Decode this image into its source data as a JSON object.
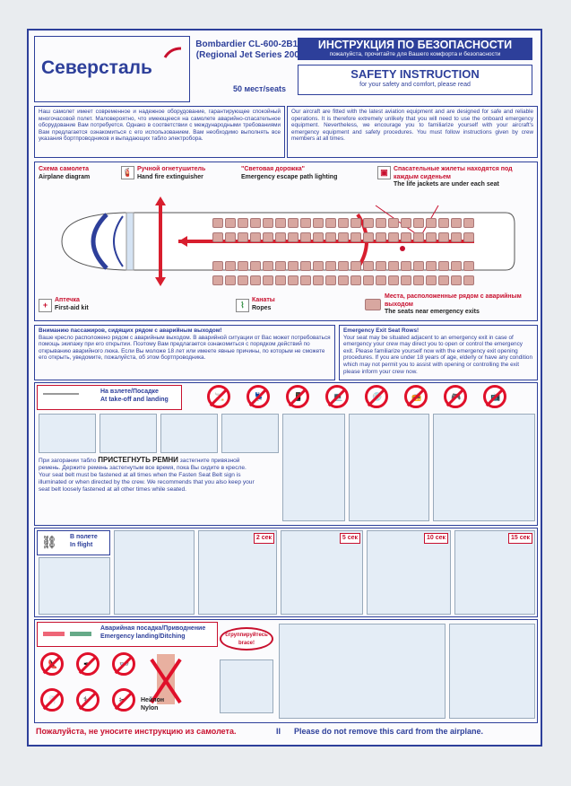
{
  "header": {
    "logo": "Северсталь",
    "model_line1": "Bombardier CL-600-2B19",
    "model_line2": "(Regional Jet Series 200)",
    "seats": "50 мест/seats",
    "title_ru": "ИНСТРУКЦИЯ ПО БЕЗОПАСНОСТИ",
    "subtitle_ru": "пожалуйста, прочитайте для Вашего комфорта и безопасности",
    "title_en": "SAFETY INSTRUCTION",
    "subtitle_en": "for your safety and comfort, please read"
  },
  "intro": {
    "ru": "Наш самолет имеет современное и надежное оборудование, гарантирующее спокойный многочасовой полет. Маловероятно, что имеющееся на самолете аварийно-спасательное оборудование Вам потребуется. Однако в соответствии с международными требованиями Вам предлагается ознакомиться с его использованием. Вам необходимо выполнять все указания бортпроводников и выпадающих табло электробора.",
    "en": "Our aircraft are fitted with the latest aviation equipment and are designed for safe and reliable operations. It is therefore extremely unlikely that you will need to use the onboard emergency equipment. Nevertheless, we encourage you to familiarize yourself with your aircraft's emergency equipment and safety procedures. You must follow instructions given by crew members at all times."
  },
  "diagram": {
    "scheme_ru": "Схема самолета",
    "scheme_en": "Airplane diagram",
    "extinguisher_ru": "Ручной огнетушитель",
    "extinguisher_en": "Hand fire extinguisher",
    "path_ru": "\"Световая дорожка\"",
    "path_en": "Emergency escape path lighting",
    "vest_ru": "Спасательные жилеты находятся под каждым сиденьем",
    "vest_en": "The life jackets are under each seat",
    "firstaid_ru": "Аптечка",
    "firstaid_en": "First-aid kit",
    "ropes_ru": "Канаты",
    "ropes_en": "Ropes",
    "exitseats_ru": "Места, расположенные рядом с аварийным выходом",
    "exitseats_en": "The seats near emergency exits"
  },
  "exit_warning": {
    "title_ru": "Вниманию пассажиров, сидящих рядом с аварийным выходом!",
    "text_ru": "Ваше кресло расположено рядом с аварийным выходом. В аварийной ситуации от Вас может потребоваться помощь экипажу при его открытии. Поэтому Вам предлагается ознакомиться с порядком действий по открыванию аварийного люка. Если Вы моложе 18 лет или имеете явные причины, по которым не сможете его открыть, уведомите, пожалуйста, об этом бортпроводника.",
    "title_en": "Emergency Exit Seat Rows!",
    "text_en": "Your seat may be situated adjacent to an emergency exit in case of emergency your crew may direct you to open or control the emergency exit. Please familiarize yourself now with the emergency exit opening procedures. If you are under 18 years of age, elderly or have any condition which may not permit you to assist with opening or controlling the exit please inform your crew now."
  },
  "takeoff": {
    "label_ru": "На взлете/Посадке",
    "label_en": "At take-off and landing",
    "seatbelt_ru_title": "ПРИСТЕГНУТЬ РЕМНИ",
    "seatbelt_ru_pre": "При загорании табло",
    "seatbelt_ru_post": "застегните привязной ремень. Держите ремень застегнутым все время, пока Вы сидите в кресле.",
    "seatbelt_en": "Your seat belt must be fastened at all times when the Fasten Seat Belt sign is illuminated or when directed by the crew. We recommends that you also keep your seat belt loosely fastened at all other times while seated."
  },
  "inflight": {
    "label_ru": "В полете",
    "label_en": "In flight",
    "steps": [
      "2 сек",
      "5 сек",
      "10 сек",
      "15 сек"
    ]
  },
  "landing": {
    "label_ru": "Аварийная посадка/Приводнение",
    "label_en": "Emergency landing/Ditching",
    "brace_ru": "сгруппируйтесь",
    "brace_en": "brace!",
    "nylon_ru": "Нейлон",
    "nylon_en": "Nylon"
  },
  "footer": {
    "ru": "Пожалуйста, не уносите инструкцию из самолета.",
    "sep": "II",
    "en": "Please do not remove this card from the airplane."
  },
  "colors": {
    "brand": "#2d3f9a",
    "alert": "#c8102e"
  }
}
